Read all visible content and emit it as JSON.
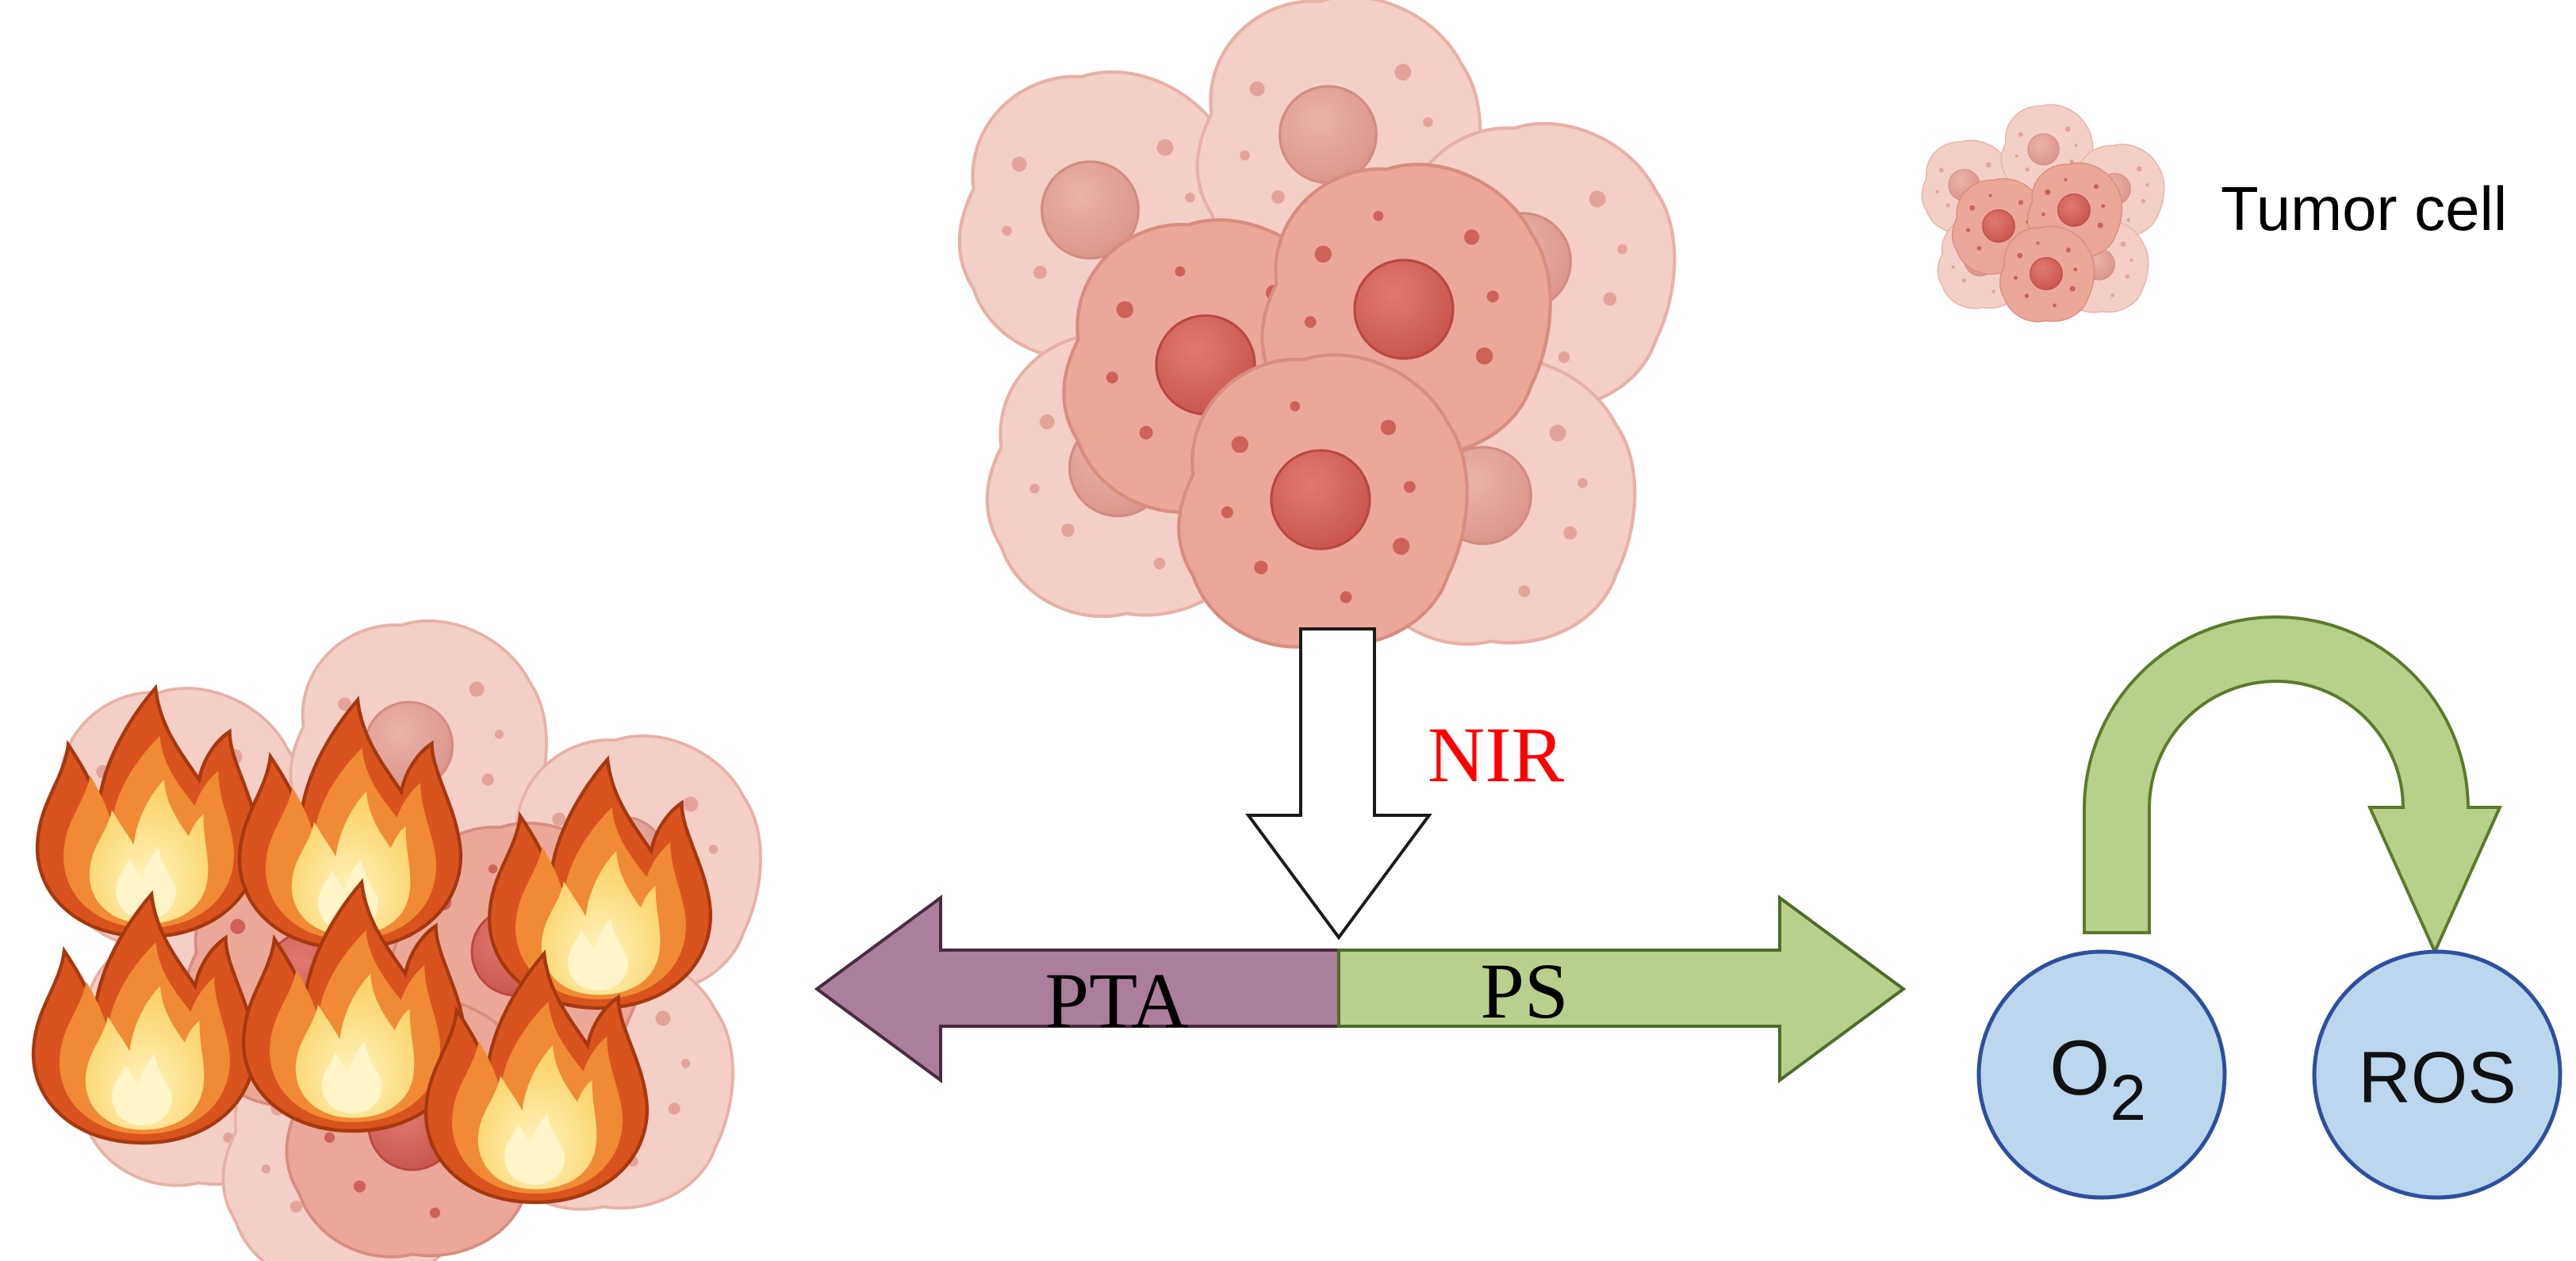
{
  "legend": {
    "label": "Tumor cell"
  },
  "stimulus": {
    "label": "NIR"
  },
  "left_arrow": {
    "label": "PTA"
  },
  "right_arrow": {
    "label": "PS"
  },
  "reaction": {
    "reactant_base": "O",
    "reactant_subscript": "2",
    "product": "ROS"
  },
  "colors": {
    "cell_fill_light": "#f3cbc3",
    "cell_fill_mid": "#eeaea3",
    "cell_outline": "#e4a69b",
    "nucleus_light": "#e4a29a",
    "nucleus_dark": "#d9675c",
    "nir_text": "#ff0000",
    "pta_arrow": "#a87d98",
    "ps_arrow": "#b8d08c",
    "curved_arrow": "#b7d18a",
    "circle_fill": "#bcd6ee",
    "circle_stroke": "#2d4f9e",
    "flame_outer": "#d9531e",
    "flame_mid": "#f29237",
    "flame_inner": "#fde08a"
  }
}
